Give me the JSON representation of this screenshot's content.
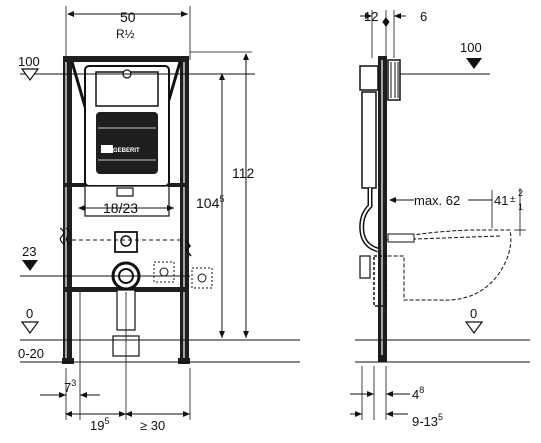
{
  "front": {
    "dim_width": "50",
    "pipe_size": "R½",
    "level_top": "100",
    "height_total": "112",
    "height_flush": "104",
    "height_flush_sup": "5",
    "bowl_spacing": "18/23",
    "level_drain": "23",
    "level_floor": "0",
    "floor_range": "0-20",
    "offset_small": "7",
    "offset_small_sup": "3",
    "offset_center": "19",
    "offset_center_sup": "5",
    "min_spacing": "≥ 30",
    "brand_badge": "GEBERIT"
  },
  "side": {
    "depth_a": "12",
    "depth_b": "6",
    "level_top": "100",
    "max_label": "max. 62",
    "seat_height": "41",
    "seat_tol_plus": "2",
    "seat_tol_minus": "1",
    "level_floor": "0",
    "depth_c": "4",
    "depth_c_sup": "8",
    "depth_range": "9-13",
    "depth_range_sup": "5"
  },
  "colors": {
    "line": "#111111",
    "frame_fill": "#1e1e1e",
    "panel_fill": "#ffffff"
  }
}
